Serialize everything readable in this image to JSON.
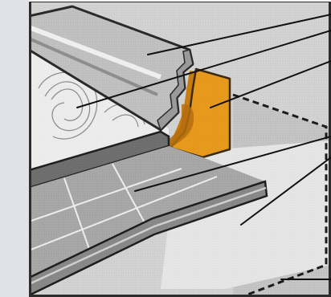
{
  "diagram": {
    "colors": {
      "page_background": "#dfe3e8",
      "frame_white": "#f7f7f7",
      "frame_border": "#2c2c2c",
      "wall": "#d4d4d4",
      "baseboard_light": "#bfbfbf",
      "baseboard_dark": "#8f8f8f",
      "wood_floor": "#ececec",
      "tile_floor": "#a7a7a7",
      "threshold_strip": "#6f6f6f",
      "corner_block": "#e89a1c",
      "corner_block_shadow": "#c97d10",
      "concrete": "#c3c3c3",
      "concrete_light": "#e6e6e6",
      "leader_line": "#111111"
    },
    "callouts": [
      {
        "name": "baseboard-molding"
      },
      {
        "name": "wood-floor"
      },
      {
        "name": "corner-block"
      },
      {
        "name": "threshold-strip"
      },
      {
        "name": "subfloor-area"
      },
      {
        "name": "bottom-ledge"
      }
    ]
  }
}
